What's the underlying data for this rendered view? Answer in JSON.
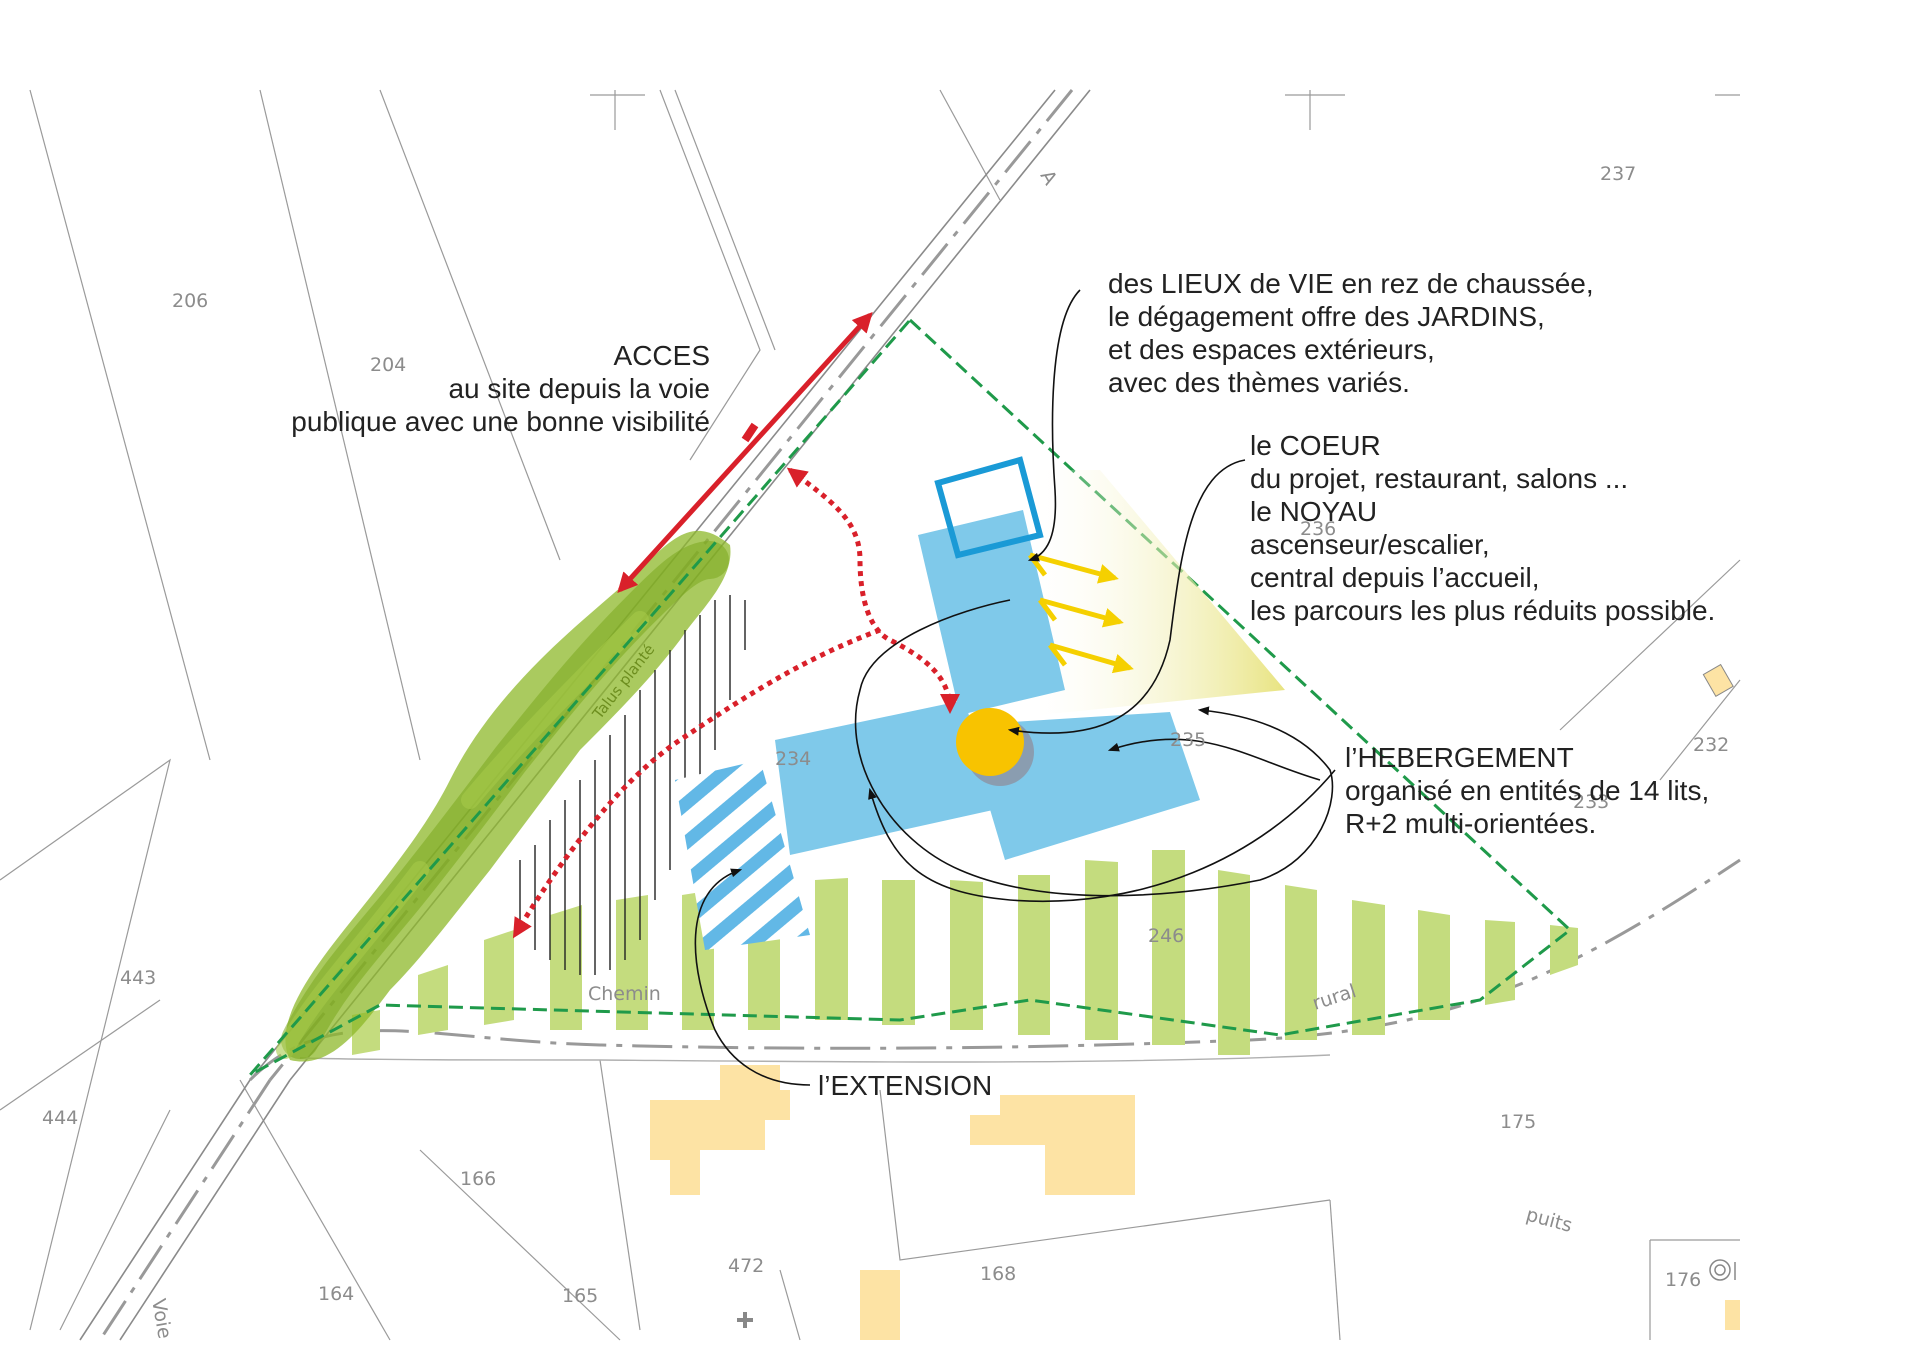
{
  "annotations": {
    "acces": {
      "line1": "ACCES",
      "line2": "au site depuis la voie",
      "line3": "publique avec une bonne visibilité"
    },
    "lieux_de_vie": {
      "line1": "des LIEUX de VIE en rez de chaussée,",
      "line2": "le dégagement offre des JARDINS,",
      "line3": "et des espaces extérieurs,",
      "line4": "avec des thèmes variés."
    },
    "coeur": {
      "line1": "le COEUR",
      "line2": "du projet, restaurant, salons ...",
      "line3": "le NOYAU",
      "line4": "ascenseur/escalier,",
      "line5": "central depuis l’accueil,",
      "line6": "les parcours les plus réduits possible."
    },
    "hebergement": {
      "line1": "l’HEBERGEMENT",
      "line2": "organisé en entités de 14 lits,",
      "line3": "R+2 multi-orientées."
    },
    "extension": {
      "line1": "l’EXTENSION"
    }
  },
  "parcel_numbers": {
    "p206": "206",
    "p204": "204",
    "p237": "237",
    "p236": "236",
    "p235": "235",
    "p234": "234",
    "p232": "232",
    "p233": "233",
    "p246": "246",
    "p443": "443",
    "p444": "444",
    "p175": "175",
    "p166": "166",
    "p164": "164",
    "p165": "165",
    "p472": "472",
    "p168": "168",
    "p176": "176"
  },
  "map_labels": {
    "chemin": "Chemin",
    "rural": "rural",
    "puits": "puits",
    "voie": "Voie",
    "road_letter": "A",
    "hedge_label": "Talus planté"
  },
  "colors": {
    "building": "#7fc9ea",
    "building_outline": "#1a9ad6",
    "core": "#f8c300",
    "access_arrow": "#d9202a",
    "hedge": "#8db82a",
    "garden_strip": "#c4dc7e",
    "site_boundary": "#1f9a4a",
    "sun_arrow": "#f5d000",
    "neighbour_building": "#fde3a4"
  },
  "icons": {
    "north": "tick-cross-icon",
    "well": "well-icon"
  }
}
